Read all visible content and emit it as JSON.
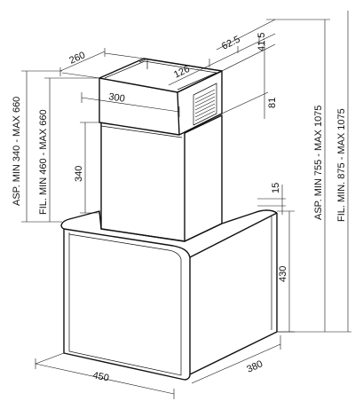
{
  "diagram": {
    "chimney_upper": {
      "dimensions": [
        "260",
        "300",
        "126",
        "62.5",
        "41.5",
        "81"
      ],
      "vertical_ranges": [
        "ASP. MIN 340 - MAX 660",
        "FIL. MIN 460 - MAX 660"
      ],
      "height": "340"
    },
    "hood_body": {
      "depth": "380",
      "width": "450",
      "height": "430",
      "top_gap": "15"
    },
    "overall_ranges": [
      "ASP. MIN 755 - MAX 1075",
      "FIL. MIN. 875 - MAX 1075"
    ]
  }
}
